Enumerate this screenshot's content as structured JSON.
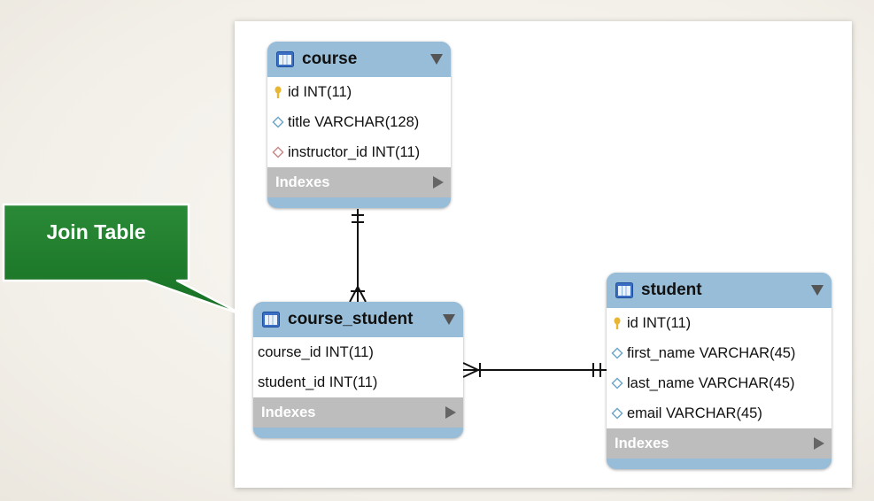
{
  "callout": {
    "label": "Join Table",
    "color": "#1e7a2c"
  },
  "entities": {
    "course": {
      "name": "course",
      "columns": [
        {
          "label": "id INT(11)",
          "key": "primary"
        },
        {
          "label": "title VARCHAR(128)",
          "key": "column"
        },
        {
          "label": "instructor_id INT(11)",
          "key": "foreign"
        }
      ],
      "indexes_label": "Indexes"
    },
    "course_student": {
      "name": "course_student",
      "columns": [
        {
          "label": "course_id INT(11)",
          "key": "none"
        },
        {
          "label": "student_id INT(11)",
          "key": "none"
        }
      ],
      "indexes_label": "Indexes"
    },
    "student": {
      "name": "student",
      "columns": [
        {
          "label": "id INT(11)",
          "key": "primary"
        },
        {
          "label": "first_name VARCHAR(45)",
          "key": "column"
        },
        {
          "label": "last_name VARCHAR(45)",
          "key": "column"
        },
        {
          "label": "email VARCHAR(45)",
          "key": "column"
        }
      ],
      "indexes_label": "Indexes"
    }
  },
  "relationships": [
    {
      "from": "course",
      "to": "course_student",
      "from_end": "one-and-only-one",
      "to_end": "one-or-many"
    },
    {
      "from": "course_student",
      "to": "student",
      "from_end": "one-or-many",
      "to_end": "one-and-only-one"
    }
  ],
  "colors": {
    "header": "#97bdd8",
    "indexes_bar": "#bdbdbd",
    "primary_key": "#e8b630",
    "column_marker": "#6fa6c9",
    "foreign_key": "#c88a8a"
  },
  "icons": {
    "table": "table-icon",
    "collapse": "triangle-down-icon",
    "expand": "triangle-right-icon",
    "primary_key": "key-icon",
    "column": "diamond-icon",
    "foreign_key": "diamond-outline-icon"
  }
}
